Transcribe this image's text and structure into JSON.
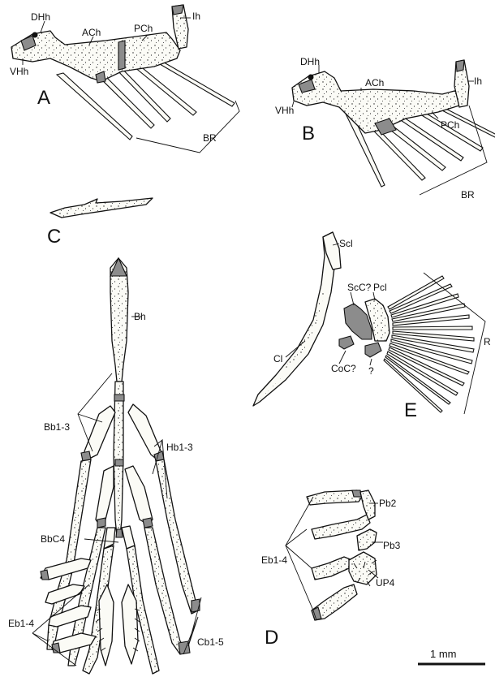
{
  "panels": {
    "a": {
      "letter": "A",
      "labels": {
        "dhh": "DHh",
        "vhh": "VHh",
        "ach": "ACh",
        "pch": "PCh",
        "ih": "Ih",
        "br": "BR"
      }
    },
    "b": {
      "letter": "B",
      "labels": {
        "dhh": "DHh",
        "vhh": "VHh",
        "ach": "ACh",
        "pch": "PCh",
        "ih": "Ih",
        "br": "BR"
      }
    },
    "c": {
      "letter": "C"
    },
    "d": {
      "letter": "D",
      "labels": {
        "pb2": "Pb2",
        "pb3": "Pb3",
        "eb": "Eb1-4",
        "up4": "UP4"
      }
    },
    "e": {
      "letter": "E",
      "labels": {
        "scl": "Scl",
        "scc": "ScC?",
        "pcl": "Pcl",
        "cl": "Cl",
        "coc": "CoC?",
        "q": "?",
        "r": "R"
      }
    },
    "f": {
      "labels": {
        "bh": "Bh",
        "bb": "Bb1-3",
        "hb": "Hb1-3",
        "bbc4": "BbC4",
        "eb": "Eb1-4",
        "cb": "Cb1-5"
      }
    }
  },
  "scale_bar": {
    "label": "1 mm"
  },
  "colors": {
    "outline": "#111111",
    "cartilage": "#8c8c8c",
    "bone": "#fbfbf6"
  }
}
